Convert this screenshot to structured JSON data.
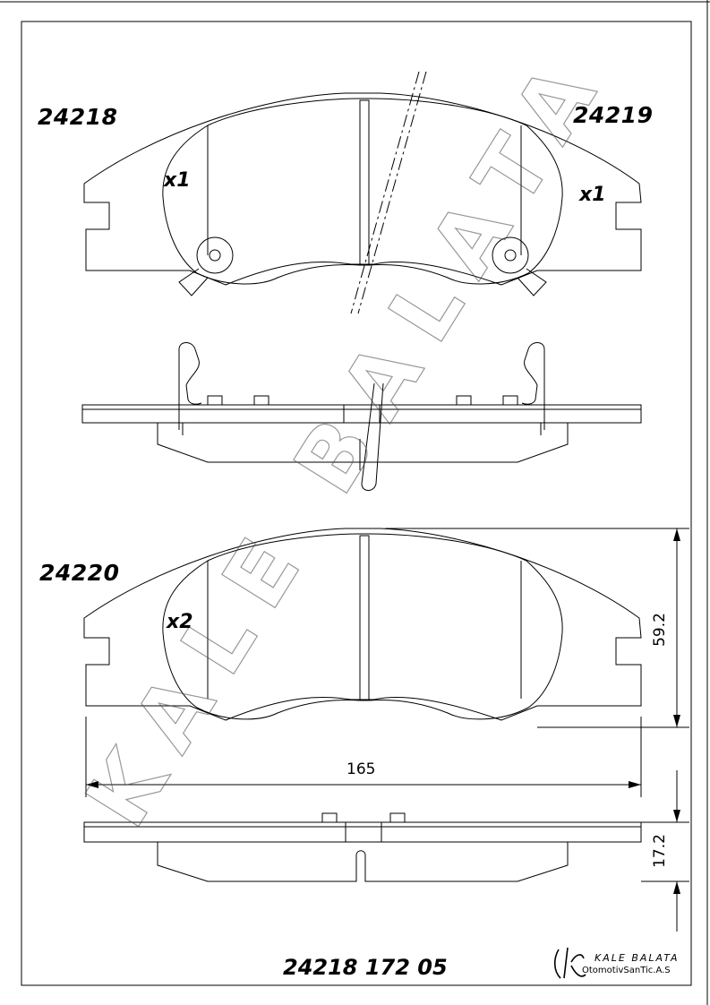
{
  "parts": {
    "top_left_code": "24218",
    "top_right_code": "24219",
    "bottom_code": "24220"
  },
  "quantities": {
    "top_left": "x1",
    "top_right": "x1",
    "bottom": "x2"
  },
  "dimensions": {
    "width": "165",
    "height": "59.2",
    "thickness": "17.2"
  },
  "footer": {
    "catalog_code": "24218 172 05"
  },
  "brand": {
    "name": "KALE BALATA",
    "company": "OtomotivSanTic.A.S"
  },
  "watermark": {
    "text": "KALE BALATA"
  }
}
